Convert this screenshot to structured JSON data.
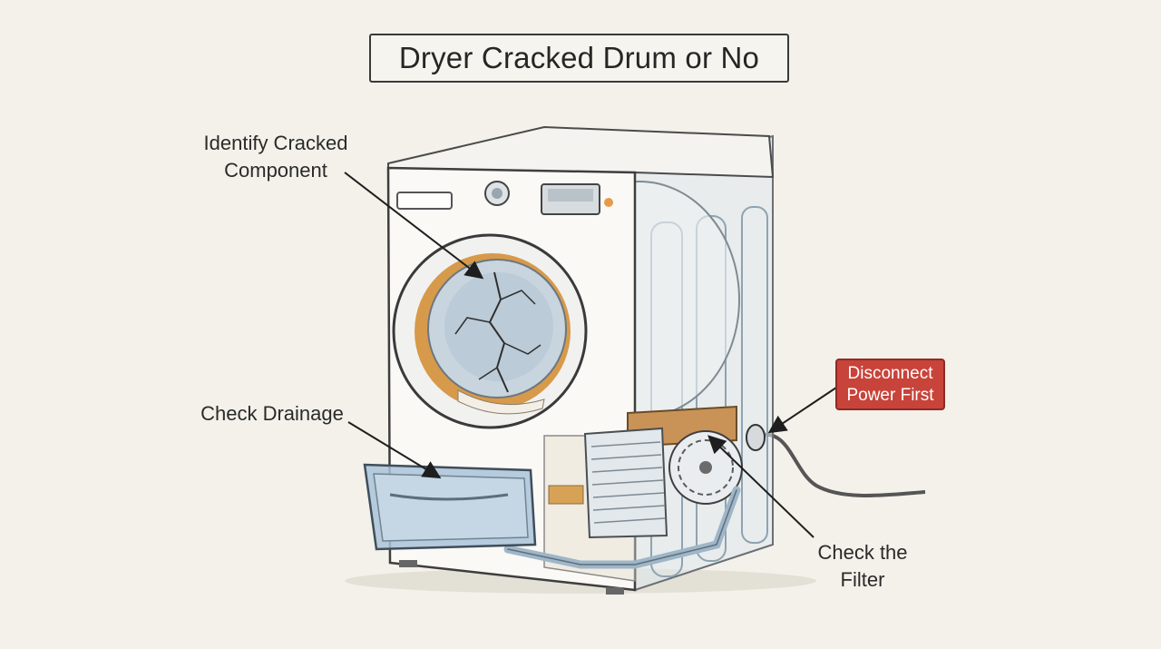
{
  "title": "Dryer Cracked Drum or No",
  "callouts": {
    "identify": {
      "line1": "Identify Cracked",
      "line2": "Component"
    },
    "drainage": {
      "line1": "Check Drainage"
    },
    "filter": {
      "line1": "Check the",
      "line2": "Filter"
    },
    "power": {
      "line1": "Disconnect",
      "line2": "Power First"
    }
  },
  "colors": {
    "background": "#f3f1ea",
    "warning": "#c8433a",
    "outline": "#3a3a3a",
    "drum_gasket": "#d79a4a",
    "glass_blue": "#a9c3d8"
  }
}
